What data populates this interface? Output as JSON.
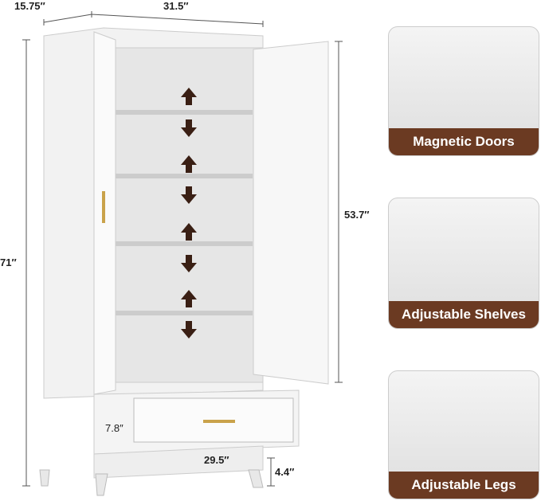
{
  "dimensions": {
    "depth": "15.75″",
    "width": "31.5″",
    "height": "71″",
    "inner_height": "53.7″",
    "drawer_depth": "7.8″",
    "drawer_width": "29.5″",
    "leg_height": "4.4″"
  },
  "features": [
    {
      "label": "Magnetic Doors"
    },
    {
      "label": "Adjustable Shelves"
    },
    {
      "label": "Adjustable Legs"
    }
  ],
  "colors": {
    "caption_bg": "#6b3a22",
    "arrow": "#3a1f14",
    "handle": "#c9a24a"
  }
}
